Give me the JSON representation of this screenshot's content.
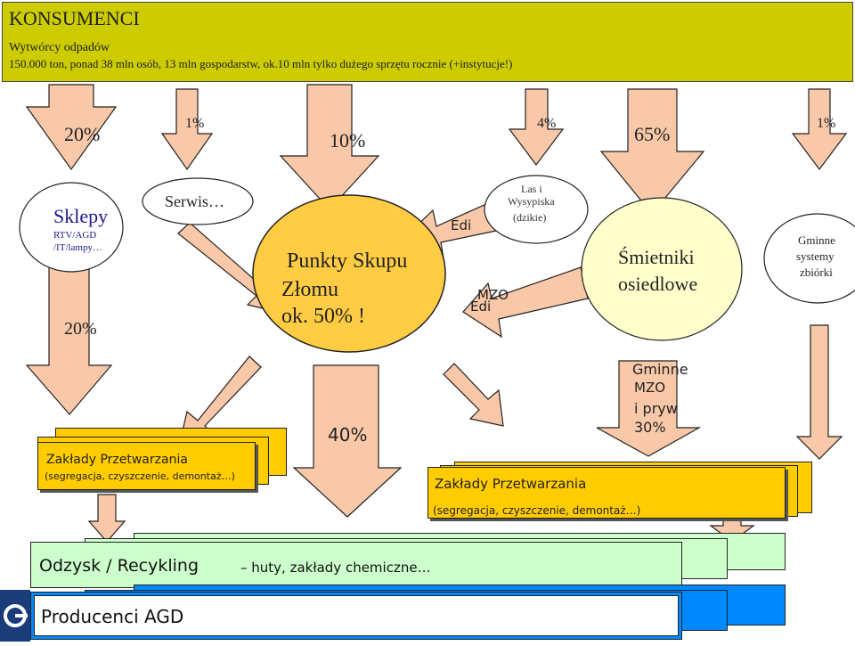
{
  "header": {
    "title": "KONSUMENCI",
    "subtitle": "Wytwórcy odpadów",
    "stats": "150.000 ton, ponad 38 mln osób, 13 mln gospodarstw, ok.10 mln tylko dużego sprzętu  rocznie (+instytucje!)"
  },
  "percentages": {
    "p20a": "20%",
    "p1a": "1%",
    "p10": "10%",
    "p4": "4%",
    "p65": "65%",
    "p1b": "1%",
    "p20b": "20%",
    "p40": "40%"
  },
  "nodes": {
    "sklepy_title": "Sklepy",
    "sklepy_sub": "RTV/AGD /IT/lampy…",
    "serwis": "Serwis…",
    "punkty_line1": "Punkty Skupu",
    "punkty_line2": "Złomu",
    "punkty_line3": "ok. 50% !",
    "las_line1": "Las i",
    "las_line2": "Wysypiska",
    "las_line3": "(dzikie)",
    "edi_top": "Edi",
    "edi_bottom": "Edi",
    "mzo": "MZO",
    "smietniki_line1": "Śmietniki",
    "smietniki_line2": "osiedlowe",
    "gminne_line1": "Gminne",
    "gminne_line2": "systemy",
    "gminne_line3": "zbiórki",
    "gmzo_line1": "Gminne",
    "gmzo_line2": "MZO",
    "gmzo_line3": "i pryw",
    "gmzo_line4": "30%"
  },
  "zaklady_left": {
    "title": "Zakłady Przetwarzania",
    "sub": "(segregacja, czyszczenie, demontaż…)"
  },
  "zaklady_right": {
    "title": "Zakłady Przetwarzania",
    "sub": "(segregacja, czyszczenie, demontaż…)"
  },
  "odzysk": {
    "title": "Odzysk / Recykling",
    "sub": "– huty, zakłady chemiczne…"
  },
  "producenci": {
    "title": "Producenci AGD"
  },
  "colors": {
    "header_bg": "#cccc00",
    "arrow_fill": "#f8c8a8",
    "box_orange": "#ffcc00",
    "box_green": "#ccffcc",
    "box_blue": "#0088ff",
    "smietniki_fill": "#ffffcc"
  }
}
